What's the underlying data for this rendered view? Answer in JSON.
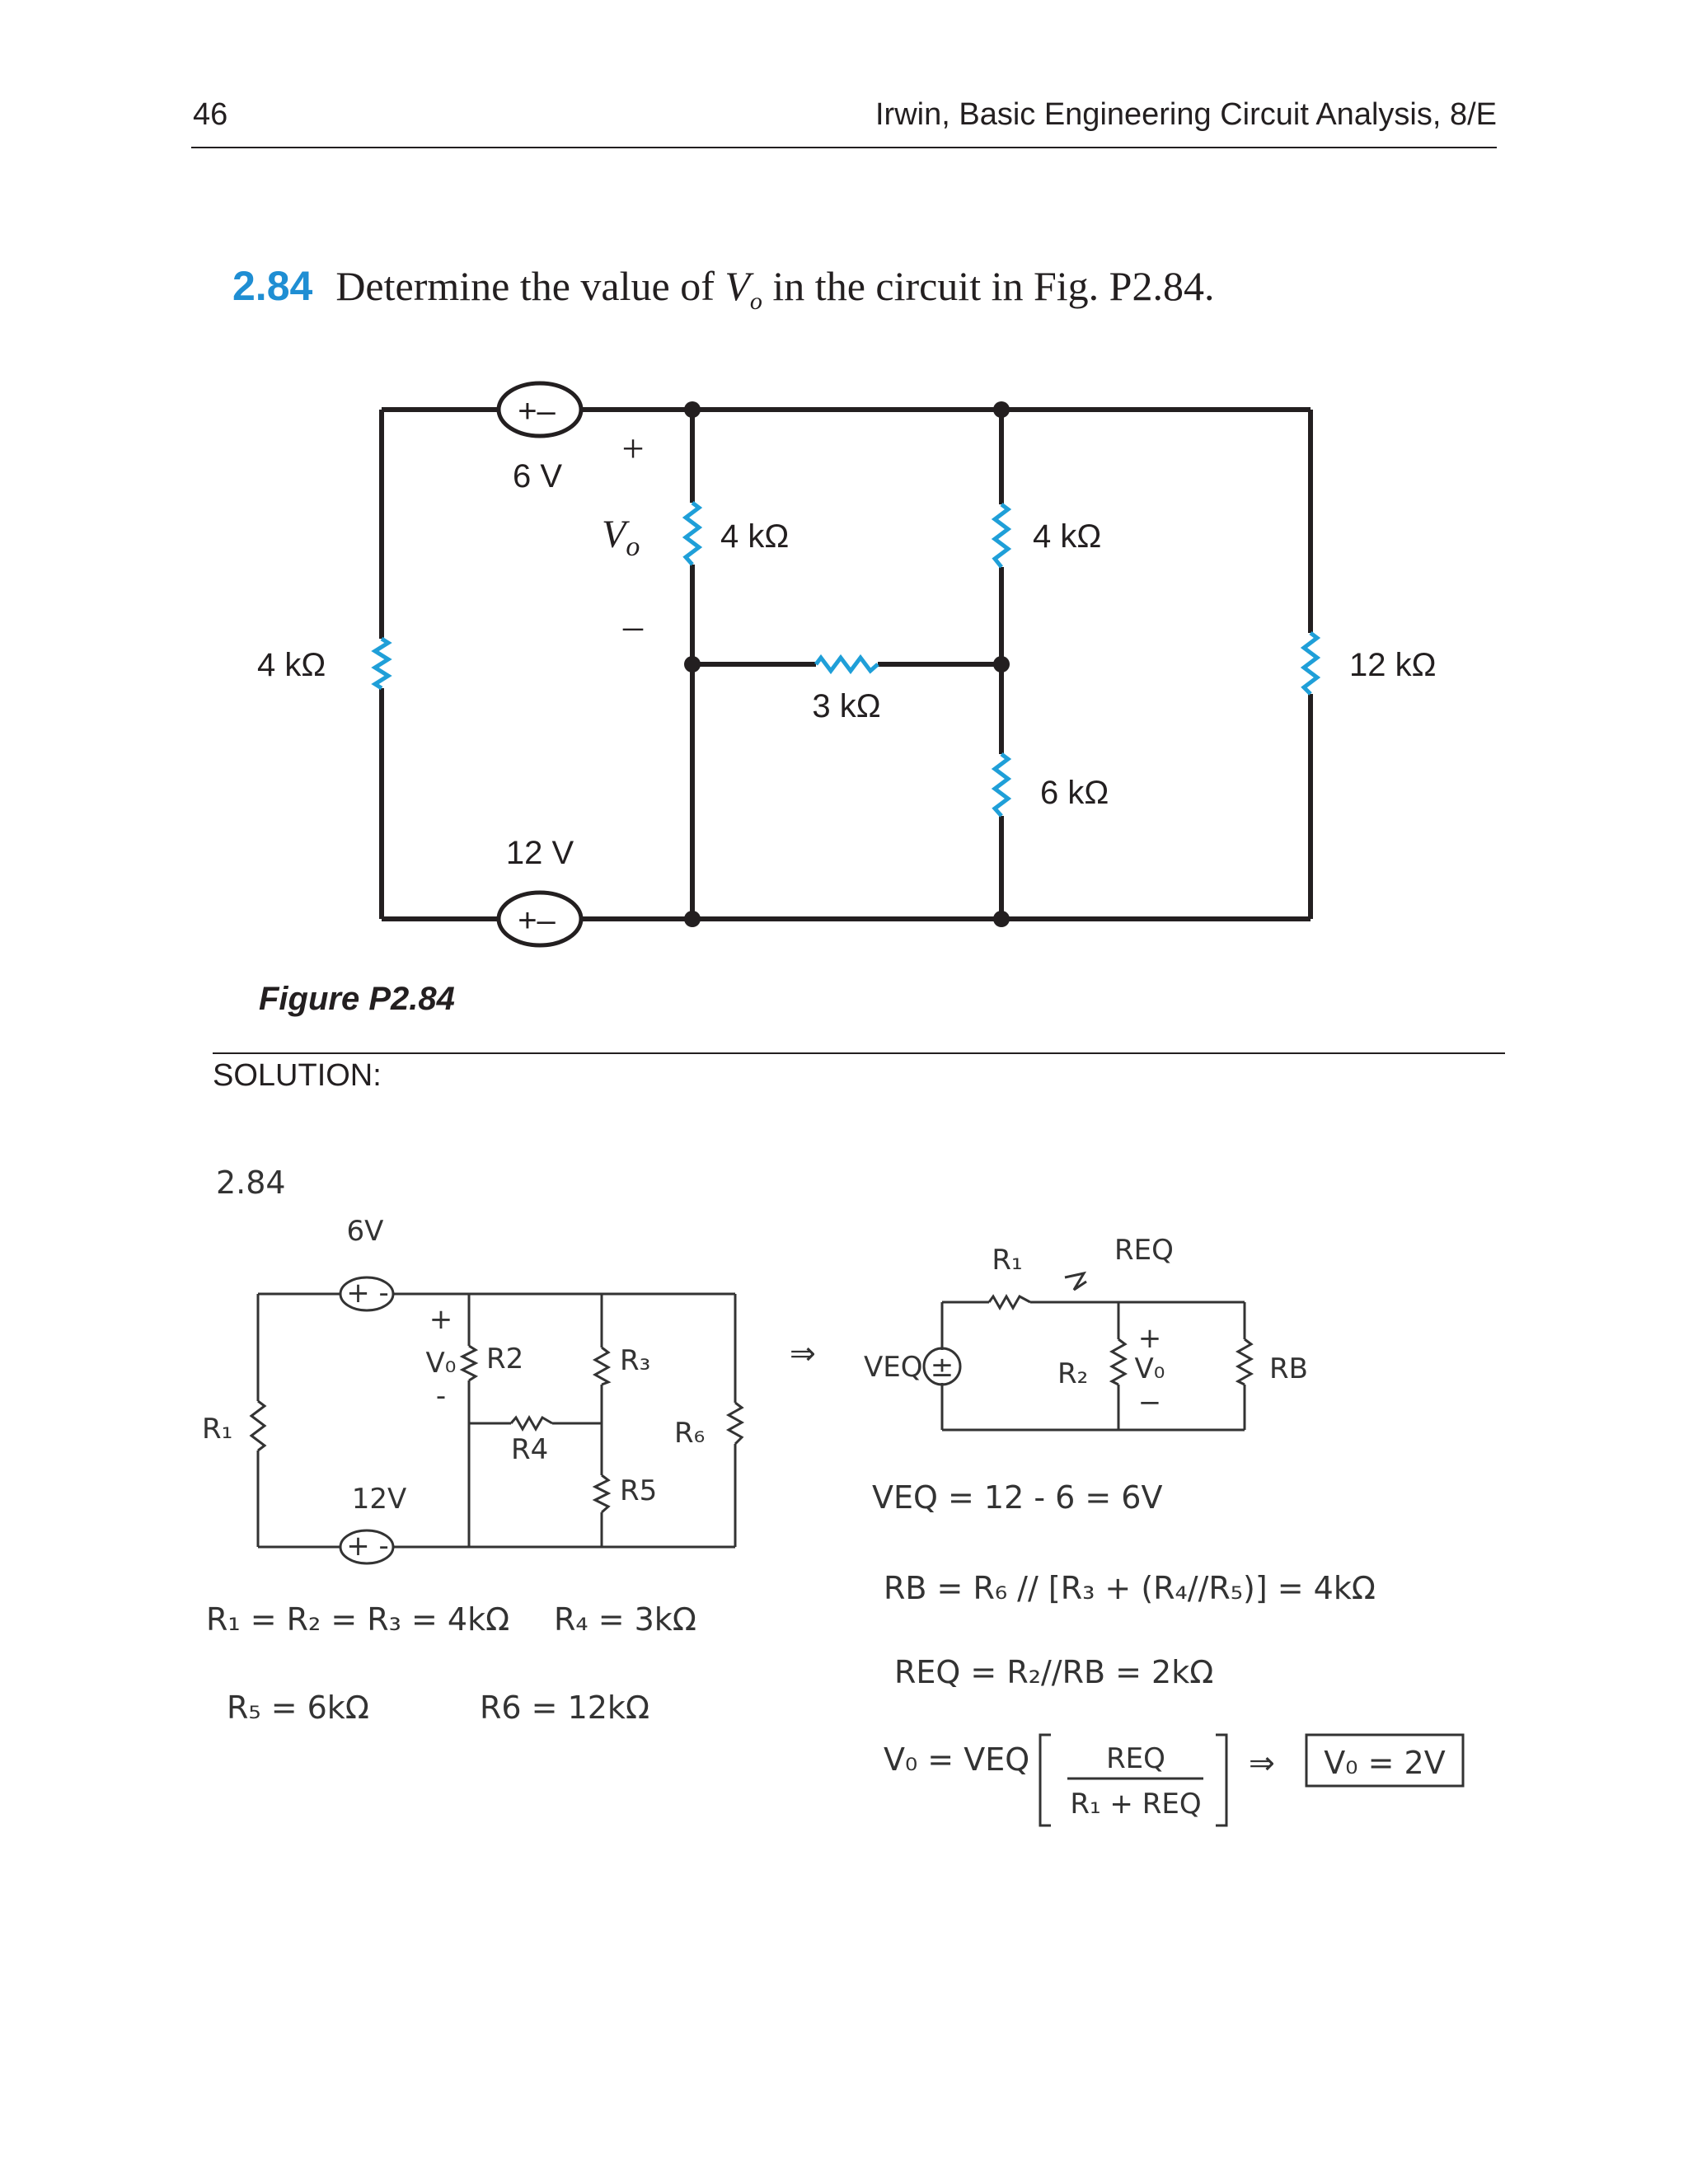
{
  "header": {
    "page_number": "46",
    "book_title": "Irwin, Basic Engineering Circuit Analysis, 8/E"
  },
  "problem": {
    "number": "2.84",
    "text_before": "Determine the value of ",
    "var_main": "V",
    "var_sub": "o",
    "text_after": " in the circuit in Fig. P2.84."
  },
  "figure": {
    "caption": "Figure P2.84",
    "labels": {
      "src_top": "6 V",
      "src_bottom": "12 V",
      "vo_plus": "+",
      "vo_label": "V",
      "vo_sub": "o",
      "vo_minus": "–",
      "r_left": "4 kΩ",
      "r_mid_top": "4 kΩ",
      "r_right_top": "4 kΩ",
      "r_horiz": "3 kΩ",
      "r_right_bottom": "6 kΩ",
      "r_far_right": "12 kΩ",
      "src_sign": "+–"
    }
  },
  "solution": {
    "label": "SOLUTION:",
    "handwritten": {
      "problem_number": "2.84",
      "left": {
        "v6": "6V",
        "v12": "12V",
        "plus": "+",
        "minus": "-",
        "vo": "V₀",
        "r1": "R₁",
        "r2": "R2",
        "r3": "R₃",
        "r4": "R4",
        "r5": "R5",
        "r6": "R₆",
        "src_sign": "+ -"
      },
      "eq_r123": "R₁ = R₂ = R₃ = 4kΩ",
      "eq_r4": "R₄ = 3kΩ",
      "eq_r5": "R₅ = 6kΩ",
      "eq_r6": "R6 = 12kΩ",
      "arrow": "⇒",
      "right": {
        "r1": "R₁",
        "req": "REQ",
        "veq": "VEQ",
        "r2": "R₂",
        "plus": "+",
        "vo": "V₀",
        "minus": "−",
        "rb": "RB",
        "src_sign": "±"
      },
      "line1": "VEQ = 12 - 6 = 6V",
      "line2": "RB = R₆ // [R₃ + (R₄//R₅)] = 4kΩ",
      "line3": "REQ = R₂//RB = 2kΩ",
      "line4_lhs": "V₀ = VEQ",
      "line4_num": "REQ",
      "line4_den": "R₁ + REQ",
      "line4_arrow": "⇒",
      "answer": "V₀ = 2V"
    }
  }
}
